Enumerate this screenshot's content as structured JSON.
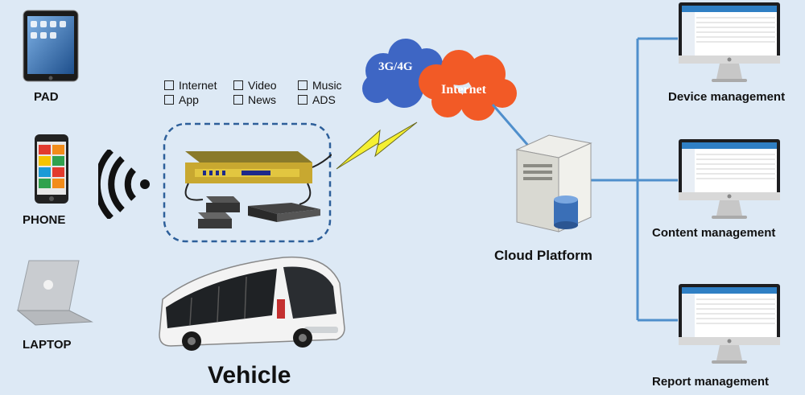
{
  "devices": {
    "pad_label": "PAD",
    "phone_label": "PHONE",
    "laptop_label": "LAPTOP"
  },
  "services": [
    {
      "label": "Internet"
    },
    {
      "label": "Video"
    },
    {
      "label": "Music"
    },
    {
      "label": "App"
    },
    {
      "label": "News"
    },
    {
      "label": "ADS"
    }
  ],
  "cloud": {
    "network_label": "3G/4G",
    "internet_label": "Internet"
  },
  "vehicle_label": "Vehicle",
  "platform_label": "Cloud Platform",
  "management": [
    {
      "label": "Device management"
    },
    {
      "label": "Content management"
    },
    {
      "label": "Report management"
    }
  ],
  "colors": {
    "background": "#dde9f5",
    "cloud_blue": "#3e66c4",
    "cloud_orange": "#f25a26",
    "connector": "#4f8fcc",
    "lightning": "#f5f032"
  }
}
